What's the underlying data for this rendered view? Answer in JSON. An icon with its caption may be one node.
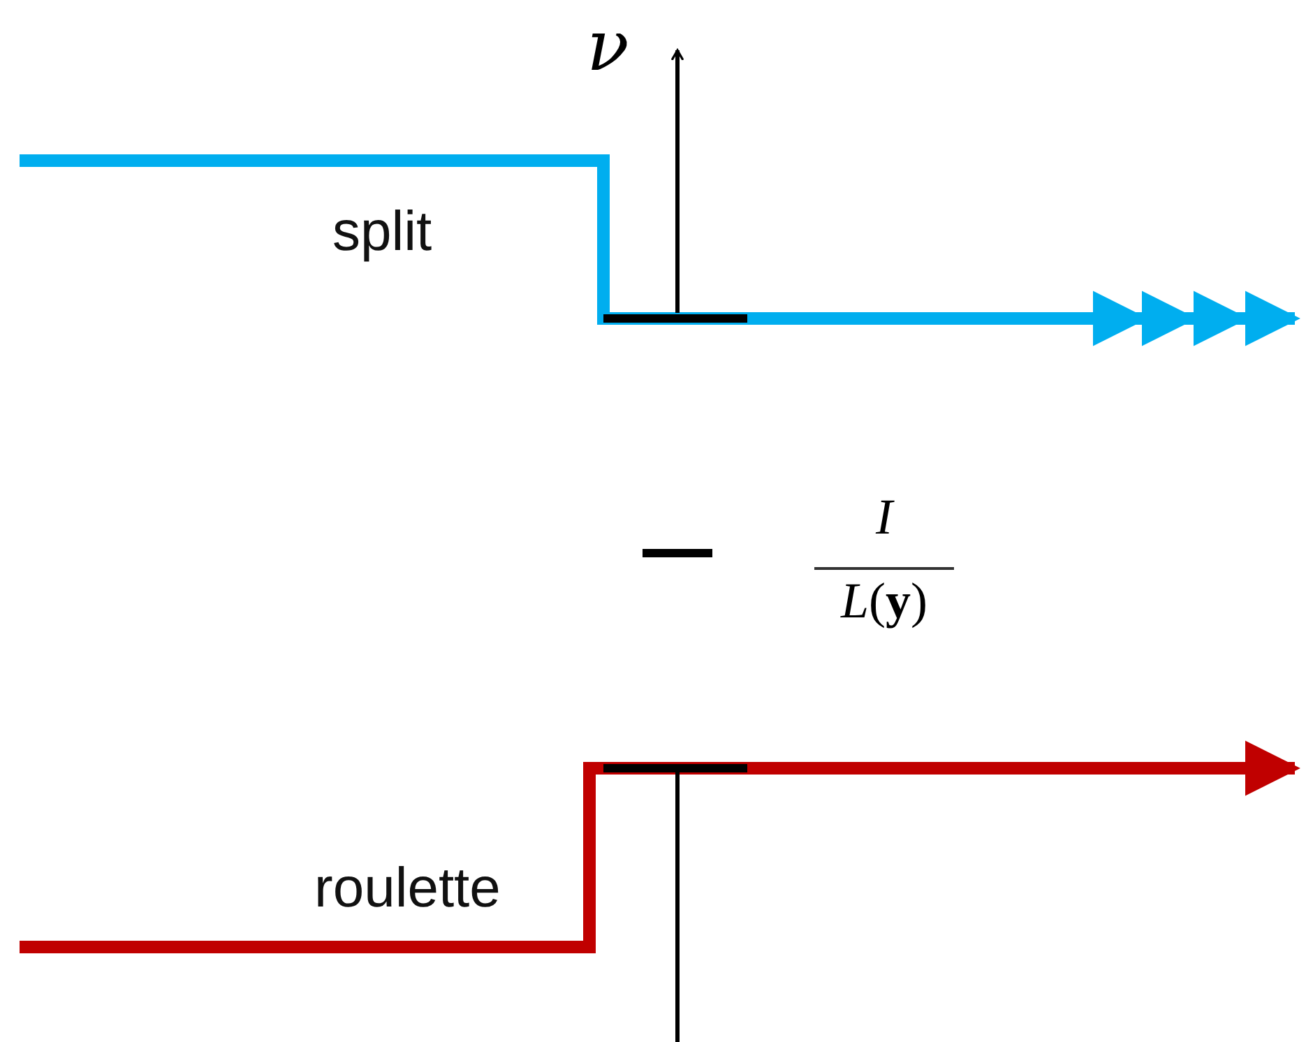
{
  "diagram": {
    "labels": [
      "ν",
      "split",
      "*I*",
      "*L*(**y**)",
      "roulette"
    ]
  }
}
